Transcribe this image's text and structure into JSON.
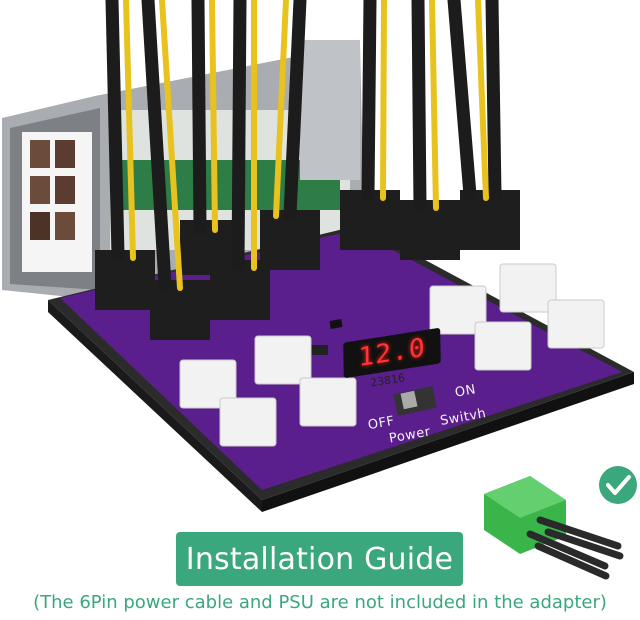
{
  "board": {
    "display_reading": "12.0",
    "chip_code": "23816",
    "off_label": "OFF",
    "on_label": "ON",
    "power_label": "Power",
    "switch_label": "Switvh"
  },
  "banner": {
    "title": "Installation Guide",
    "note": "(The 6Pin power cable and PSU are not included in the adapter)"
  },
  "icons": {
    "check": "check-circle-icon",
    "connector": "green-terminal-connector"
  },
  "colors": {
    "accent": "#3aa77c",
    "pcb": "#5a1f8c",
    "connector_green": "#39b54a"
  }
}
